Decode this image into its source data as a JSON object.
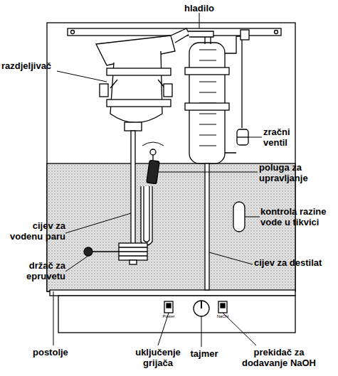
{
  "diagram": {
    "labels": [
      "hladilo",
      "razdjeljivač",
      "zračni ventil",
      "poluga za upravljanje",
      "cijev za vodenu paru",
      "kontrola razine vode u tikvici",
      "držač za epruvetu",
      "cijev za destilat",
      "postolje",
      "uključenje grijača",
      "tajmer",
      "prekidač za dodavanje NaOH",
      "Power",
      "NaOH"
    ]
  }
}
